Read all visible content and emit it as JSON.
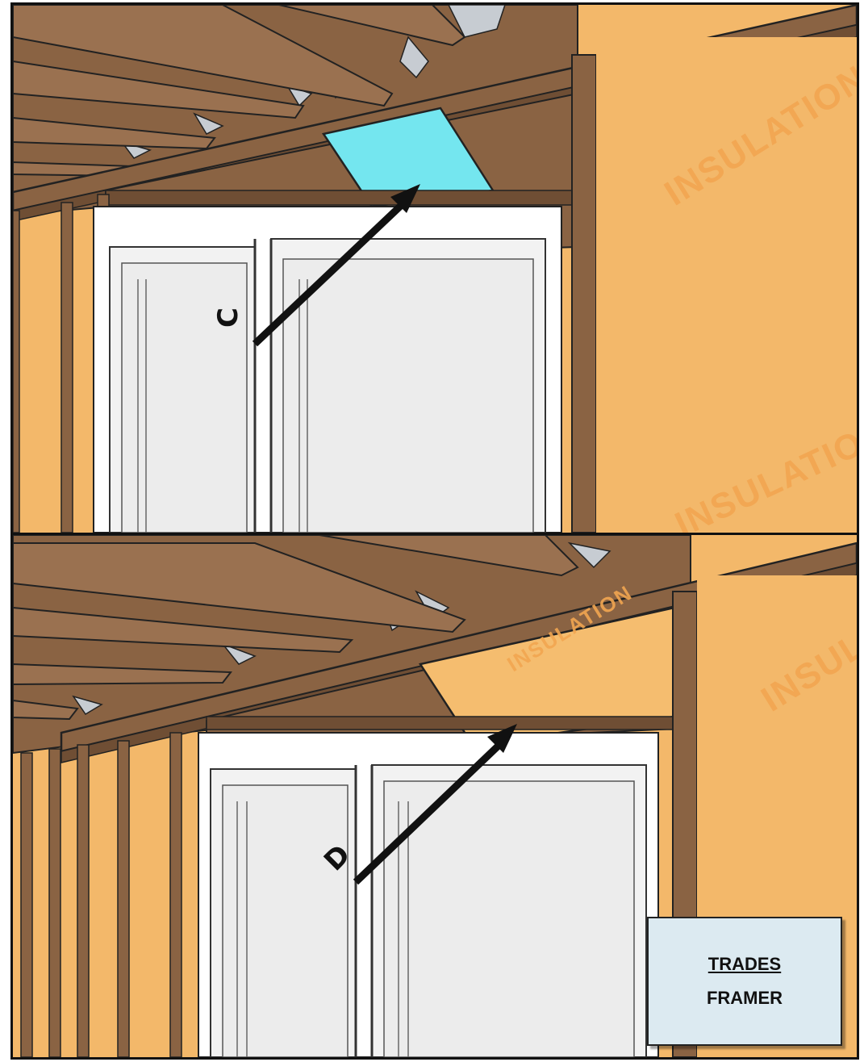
{
  "panels": [
    {
      "id": "top",
      "callout": "C",
      "insulation_labels": [
        "INSULATION",
        "INSULATION"
      ],
      "blocking_color": "#74e6ef"
    },
    {
      "id": "bottom",
      "callout": "D",
      "insulation_labels": [
        "INSULATION",
        "INSUL"
      ],
      "blocking_color": "#f5bd6f"
    }
  ],
  "trades_box": {
    "heading": "TRADES",
    "trade": "FRAMER"
  },
  "colors": {
    "wood": "#8a6343",
    "wood_dark": "#6f4e34",
    "insulation": "#f3b86a",
    "window_frame": "#ffffff",
    "glass": "#eeeeee",
    "arrow": "#111111",
    "sky": "#c7ccd2"
  }
}
